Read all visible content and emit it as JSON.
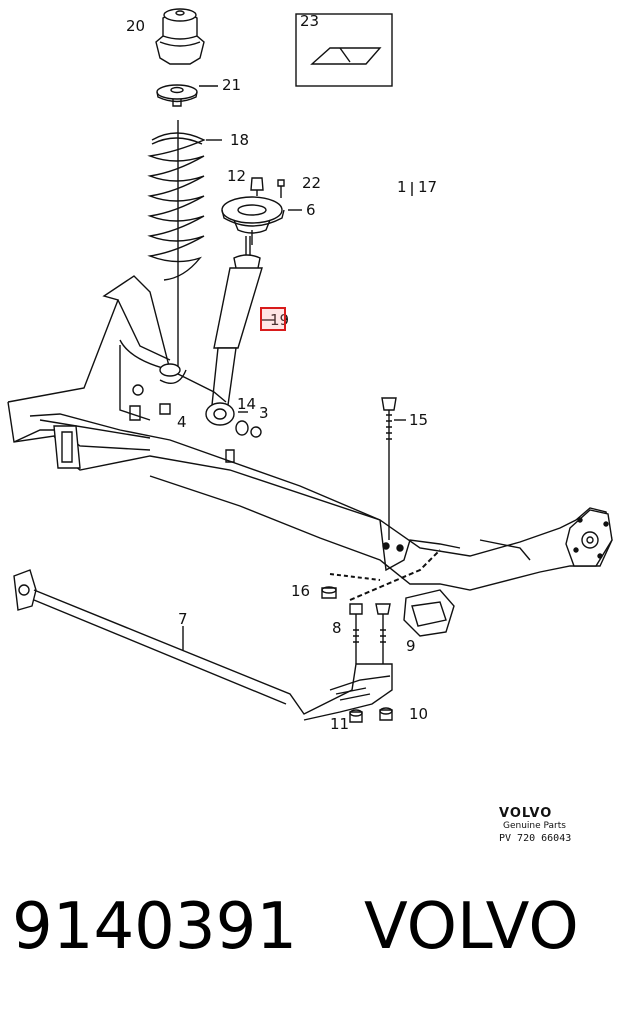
{
  "callouts": {
    "c20": "20",
    "c21": "21",
    "c18": "18",
    "c12": "12",
    "c22": "22",
    "c6": "6",
    "c17": "17",
    "c23": "23",
    "c19": "19",
    "c14": "14",
    "c3": "3",
    "c4": "4",
    "c15": "15",
    "c16": "16",
    "c8": "8",
    "c9": "9",
    "c7": "7",
    "c11": "11",
    "c10": "10",
    "c1": "1"
  },
  "brand": {
    "logo": "VOLVO",
    "subtitle": "Genuine Parts",
    "reference": "PV 720 66043"
  },
  "footer": {
    "part_number": "9140391",
    "brand": "VOLVO"
  },
  "colors": {
    "line": "#111111",
    "highlight": "#d81b1b"
  }
}
